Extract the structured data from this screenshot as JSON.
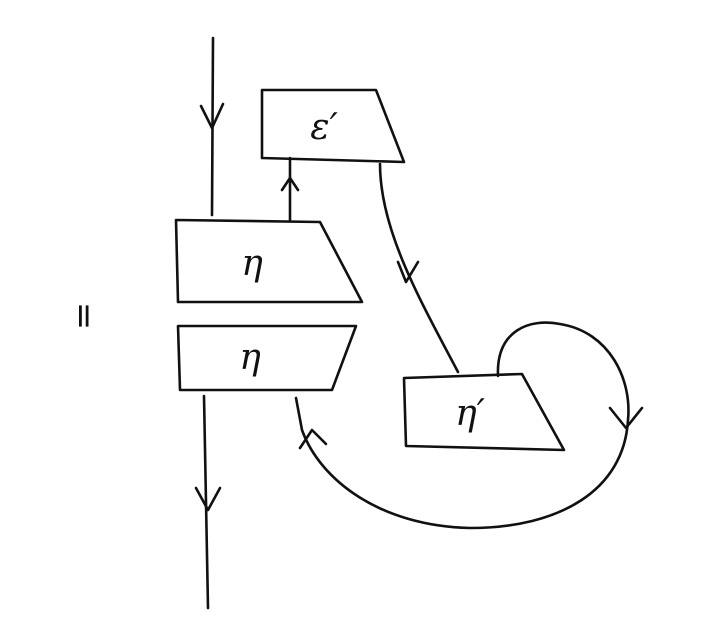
{
  "equation": {
    "symbol": "="
  },
  "boxes": {
    "epsilon_prime": {
      "label": "ε′"
    },
    "eta_top": {
      "label": "η"
    },
    "eta_bottom": {
      "label": "η"
    },
    "eta_prime": {
      "label": "η′"
    }
  },
  "colors": {
    "ink": "#111111",
    "paper": "#ffffff"
  }
}
